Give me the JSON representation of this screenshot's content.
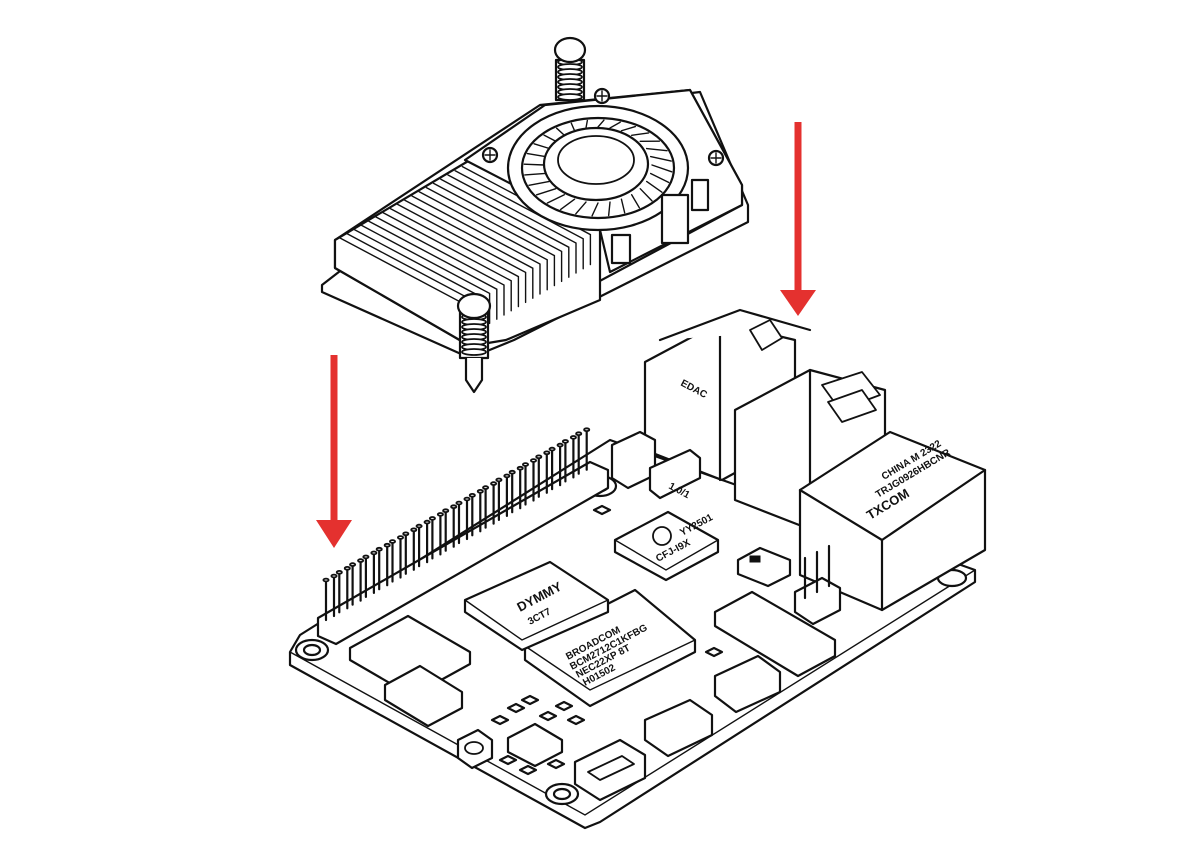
{
  "arrow_color": "#e4312f",
  "line_color": "#111111",
  "chips": {
    "cooler_connector_label": "1.0/1",
    "soc_brand": "BROADCOM",
    "soc_lines": [
      "BCM2712C1KFBG",
      "NEC22XP 8T",
      "H01502"
    ],
    "ram_brand": "DYMMY",
    "ram_code": "3CT7",
    "pmic_lines": [
      "CFJ-I9X",
      "YY2501"
    ],
    "ethernet_brand": "TXCOM",
    "ethernet_lines": [
      "TRJG0926HBCNR",
      "CHINA M 2322"
    ],
    "usb_brand": "EDAC"
  }
}
